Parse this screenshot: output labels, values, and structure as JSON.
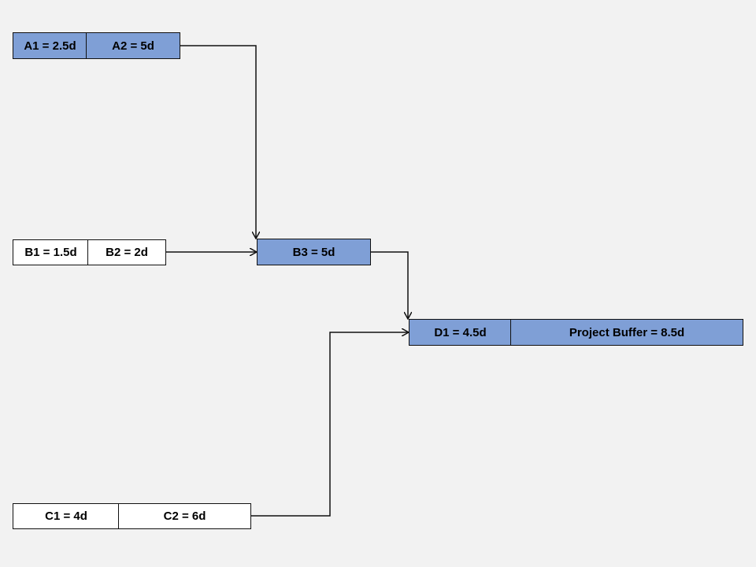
{
  "colors": {
    "critical_fill": "#7f9fd6",
    "feeding_fill": "#ffffff",
    "line": "#111111",
    "background": "#f2f2f2"
  },
  "tasks": {
    "a1": "A1 = 2.5d",
    "a2": "A2 = 5d",
    "b1": "B1 = 1.5d",
    "b2": "B2 = 2d",
    "b3": "B3 = 5d",
    "c1": "C1 = 4d",
    "c2": "C2 = 6d",
    "d1": "D1 = 4.5d",
    "project_buffer": "Project Buffer = 8.5d"
  },
  "connections": [
    {
      "from": "a2",
      "to": "b3"
    },
    {
      "from": "b2",
      "to": "b3"
    },
    {
      "from": "b3",
      "to": "d1"
    },
    {
      "from": "c2",
      "to": "d1"
    }
  ]
}
